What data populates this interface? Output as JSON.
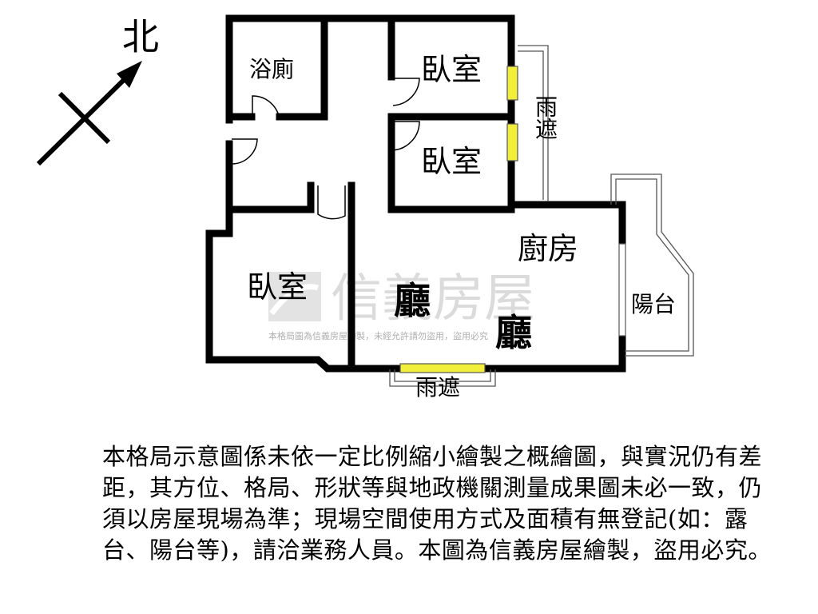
{
  "compass": {
    "north_label": "北"
  },
  "rooms": {
    "bathroom": "浴廁",
    "bedroom_top": "臥室",
    "bedroom_middle": "臥室",
    "bedroom_left": "臥室",
    "kitchen": "廚房",
    "living_left": "廳",
    "living_right": "廳",
    "balcony": "陽台",
    "rain_shelter_right": "雨遮",
    "rain_shelter_bottom": "雨遮"
  },
  "watermark": {
    "brand": "信義房屋",
    "note": "本格局圖為信義房屋繪製，未經允許請勿盜用，盜用必究"
  },
  "disclaimer": "本格局示意圖係未依一定比例縮小繪製之概繪圖，與實況仍有差距，其方位、格局、形狀等與地政機關測量成果圖未必一致，仍須以房屋現場為準；現場空間使用方式及面積有無登記(如：露台、陽台等)，請洽業務人員。本圖為信義房屋繪製，盜用必究。"
}
